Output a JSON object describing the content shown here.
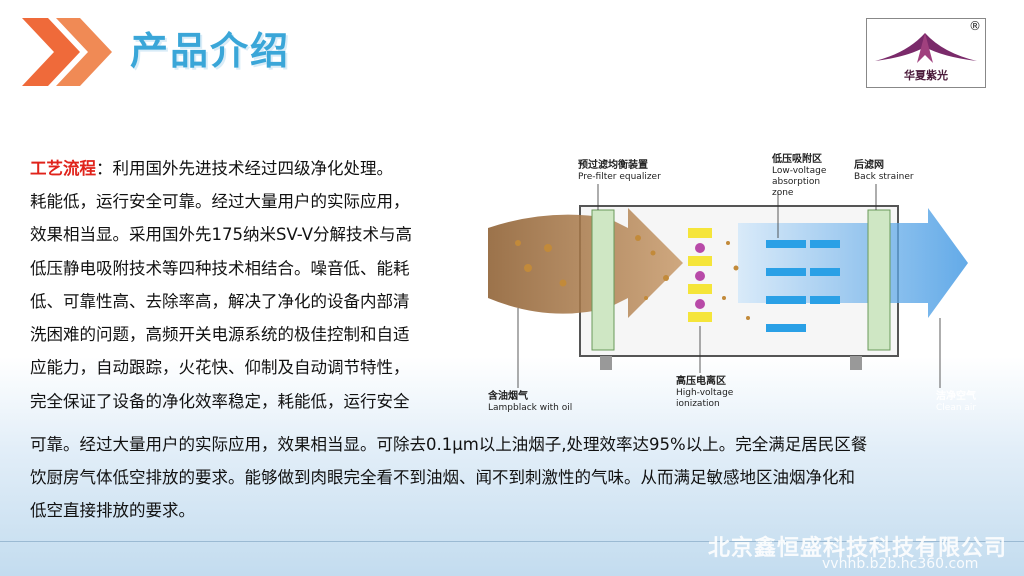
{
  "header": {
    "title": "产品介绍",
    "logo": {
      "text": "华夏紫光",
      "registered": "®"
    }
  },
  "intro": {
    "keyword": "工艺流程",
    "lines": [
      "：利用国外先进技术经过四级净化处理。",
      "耗能低，运行安全可靠。经过大量用户的实际应用，",
      "效果相当显。采用国外先175纳米SV-V分解技术与高",
      "低压静电吸附技术等四种技术相结合。噪音低、能耗",
      "低、可靠性高、去除率高，解决了净化的设备内部清",
      "洗困难的问题，高频开关电源系统的极佳控制和自适",
      "应能力，自动跟踪，火花快、仰制及自动调节特性，",
      "完全保证了设备的净化效率稳定，耗能低，运行安全",
      "可靠。经过大量用户的实际应用，效果相当显。可除去0.1μm以上油烟子,处理效率达95%以上。完全满足居民区餐",
      "饮厨房气体低空排放的要求。能够做到肉眼完全看不到油烟、闻不到刺激性的气味。从而满足敏感地区油烟净化和",
      "低空直接排放的要求。"
    ]
  },
  "diagram": {
    "prefilter": {
      "cn": "预过滤均衡装置",
      "en": "Pre-filter equalizer"
    },
    "lowvoltage": {
      "cn": "低压吸附区",
      "en1": "Low-voltage",
      "en2": "absorption",
      "en3": "zone"
    },
    "strainer": {
      "cn": "后滤网",
      "en": "Back strainer"
    },
    "highvoltage": {
      "cn": "高压电离区",
      "en1": "High-voltage",
      "en2": "ionization"
    },
    "inlet": {
      "cn": "含油烟气",
      "en": "Lampblack with oil"
    },
    "outlet": {
      "cn": "洁净空气",
      "en": "Clean air"
    }
  },
  "footer": {
    "watermark": "北京鑫恒盛科技科技有限公司",
    "url": "vvhhb.b2b.hc360.com"
  },
  "colors": {
    "title": "#3aa6d8",
    "arrow": "#ef6a3a",
    "keyword": "#e0231b",
    "airflow": "#2f8ee0"
  }
}
